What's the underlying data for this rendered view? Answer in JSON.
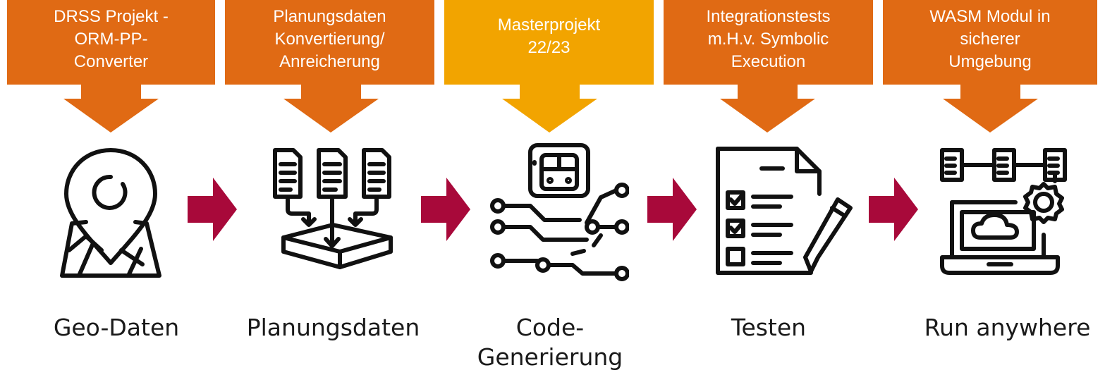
{
  "colors": {
    "header_orange": "#e06a14",
    "header_highlight": "#f2a400",
    "flow_arrow": "#a8093a",
    "icon_stroke": "#111111"
  },
  "stages": [
    {
      "header": "DRSS Projekt -\nORM-PP-\nConverter",
      "label": "Geo-Daten",
      "icon": "map-pin-icon",
      "highlight": false
    },
    {
      "header": "Planungsdaten\nKonvertierung/\nAnreicherung",
      "label": "Planungsdaten",
      "icon": "documents-merge-icon",
      "highlight": false
    },
    {
      "header": "Masterprojekt\n22/23",
      "label": "Code-\nGenerierung",
      "icon": "train-network-icon",
      "highlight": true
    },
    {
      "header": "Integrationstests\nm.H.v. Symbolic\nExecution",
      "label": "Testen",
      "icon": "checklist-icon",
      "highlight": false
    },
    {
      "header": "WASM Modul in\nsicherer\nUmgebung",
      "label": "Run anywhere",
      "icon": "cloud-laptop-icon",
      "highlight": false
    }
  ]
}
